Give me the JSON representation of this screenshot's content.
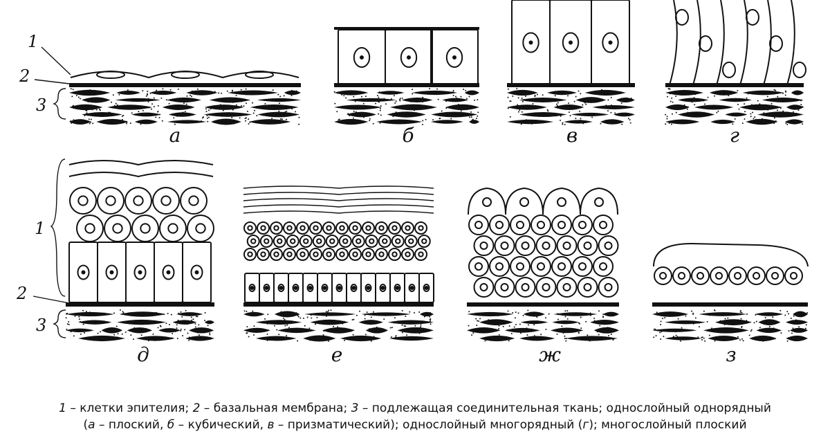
{
  "figure": {
    "panels": [
      {
        "id": "a",
        "label": "а"
      },
      {
        "id": "b",
        "label": "б"
      },
      {
        "id": "v",
        "label": "в"
      },
      {
        "id": "g",
        "label": "г"
      },
      {
        "id": "d",
        "label": "д"
      },
      {
        "id": "e",
        "label": "е"
      },
      {
        "id": "zh",
        "label": "ж"
      },
      {
        "id": "z",
        "label": "з"
      }
    ],
    "legend_numbers": {
      "one": "1",
      "two": "2",
      "three": "3"
    }
  },
  "caption": {
    "line1": {
      "n1": "1",
      "t1": " – клетки эпителия; ",
      "n2": "2",
      "t2": " – базальная мембрана; ",
      "n3": "3",
      "t3": " – подлежащая соединительная ткань; однослойный однорядный"
    },
    "line2": {
      "t0": "(",
      "a": "а",
      "t1": " – плоский, ",
      "b": "б",
      "t2": " – кубический, ",
      "v": "в",
      "t3": " – призматический); однослойный многорядный (",
      "g": "г",
      "t4": "); многослойный плоский"
    }
  }
}
